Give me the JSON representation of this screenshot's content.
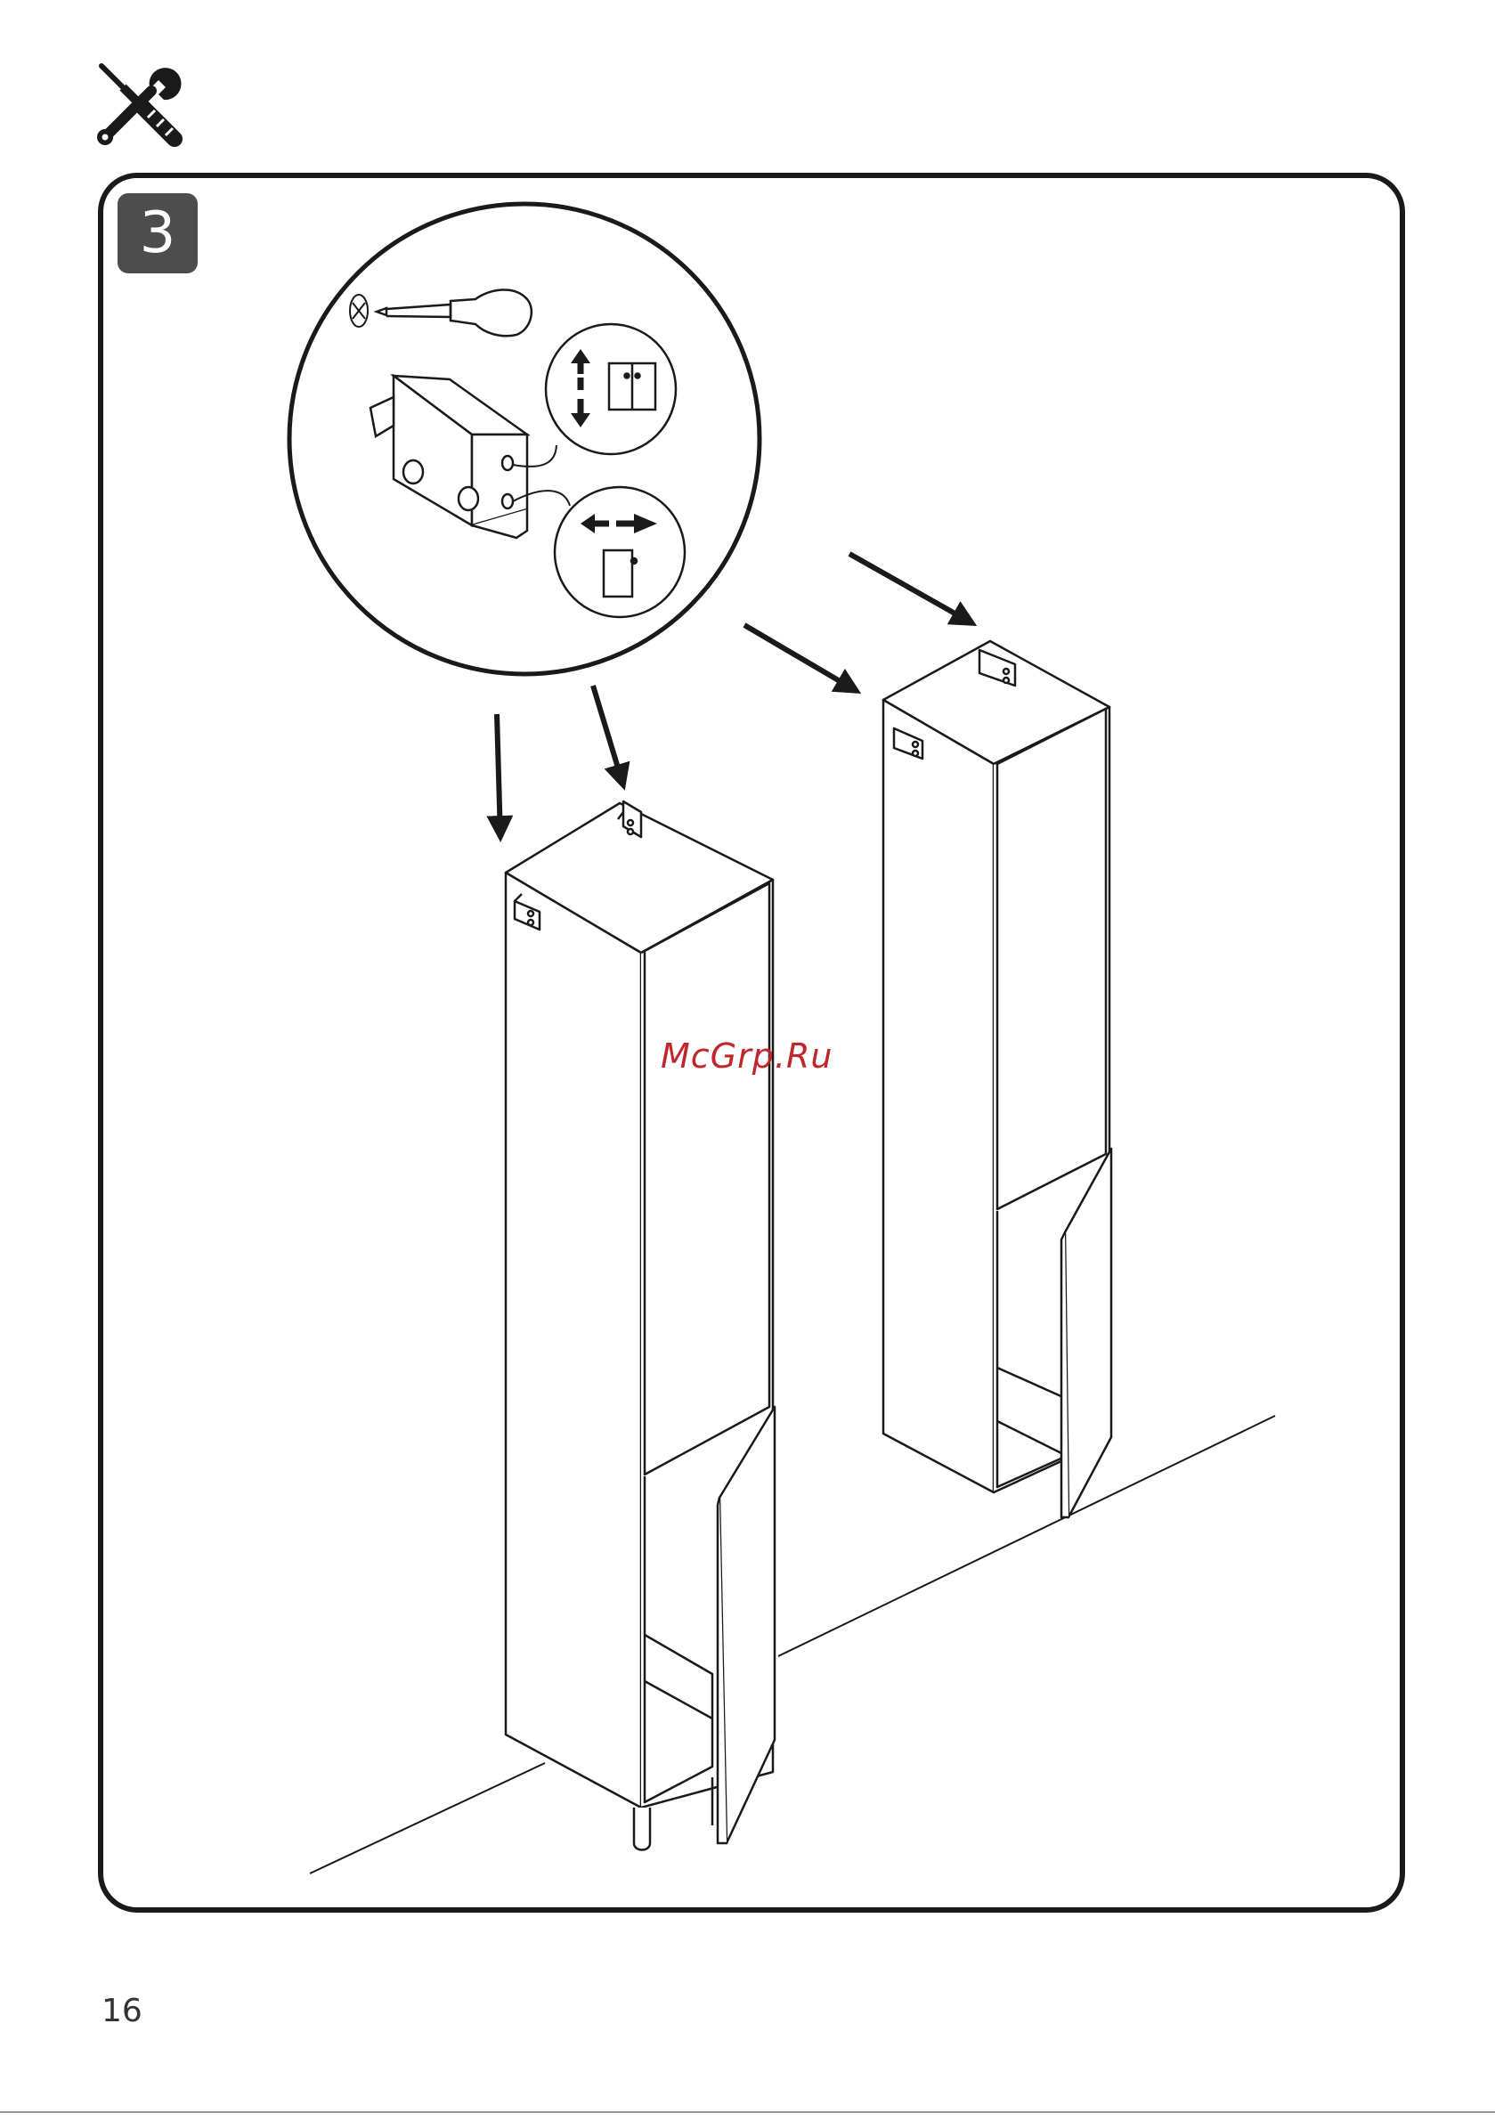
{
  "header": {
    "icon": "tools-icon"
  },
  "step": {
    "number": "3"
  },
  "illustration": {
    "icons": [
      "screwdriver-icon",
      "phillips-screw-icon",
      "hinge-icon",
      "up-down-arrow-icon",
      "left-right-arrow-icon",
      "double-door-icon",
      "single-door-icon",
      "arrow-icon"
    ],
    "colors": {
      "line": "#1a1a1a",
      "badge": "#4d4d4d"
    }
  },
  "watermark": {
    "text": "McGrp.Ru",
    "color": "#c0272d"
  },
  "footer": {
    "page_number": "16"
  }
}
